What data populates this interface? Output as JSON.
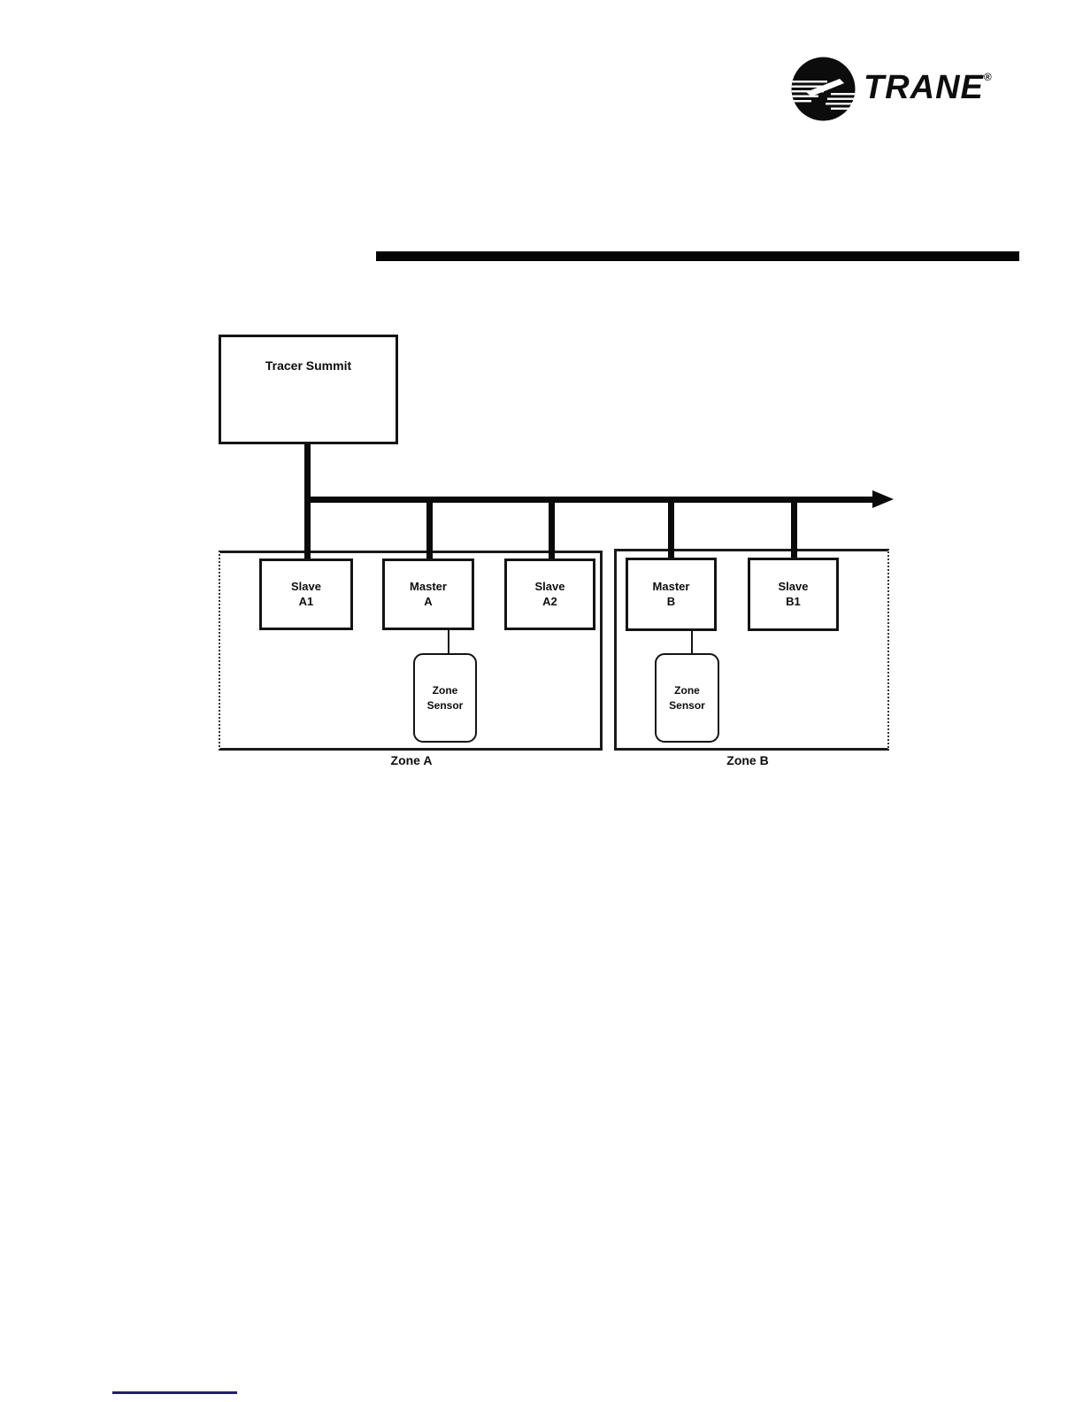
{
  "header": {
    "brand": "TRANE",
    "registered_mark": "®",
    "rule_color": "#050505"
  },
  "diagram": {
    "controller": {
      "label": "Tracer Summit"
    },
    "devices": [
      {
        "line1": "Slave",
        "line2": "A1"
      },
      {
        "line1": "Master",
        "line2": "A"
      },
      {
        "line1": "Slave",
        "line2": "A2"
      },
      {
        "line1": "Master",
        "line2": "B"
      },
      {
        "line1": "Slave",
        "line2": "B1"
      }
    ],
    "sensors": [
      {
        "line1": "Zone",
        "line2": "Sensor"
      },
      {
        "line1": "Zone",
        "line2": "Sensor"
      }
    ],
    "zones": [
      {
        "label": "Zone A"
      },
      {
        "label": "Zone B"
      }
    ],
    "colors": {
      "line": "#141414",
      "bus": "#0a0a0a"
    }
  },
  "footer": {
    "rule_color": "#1c1c85"
  }
}
